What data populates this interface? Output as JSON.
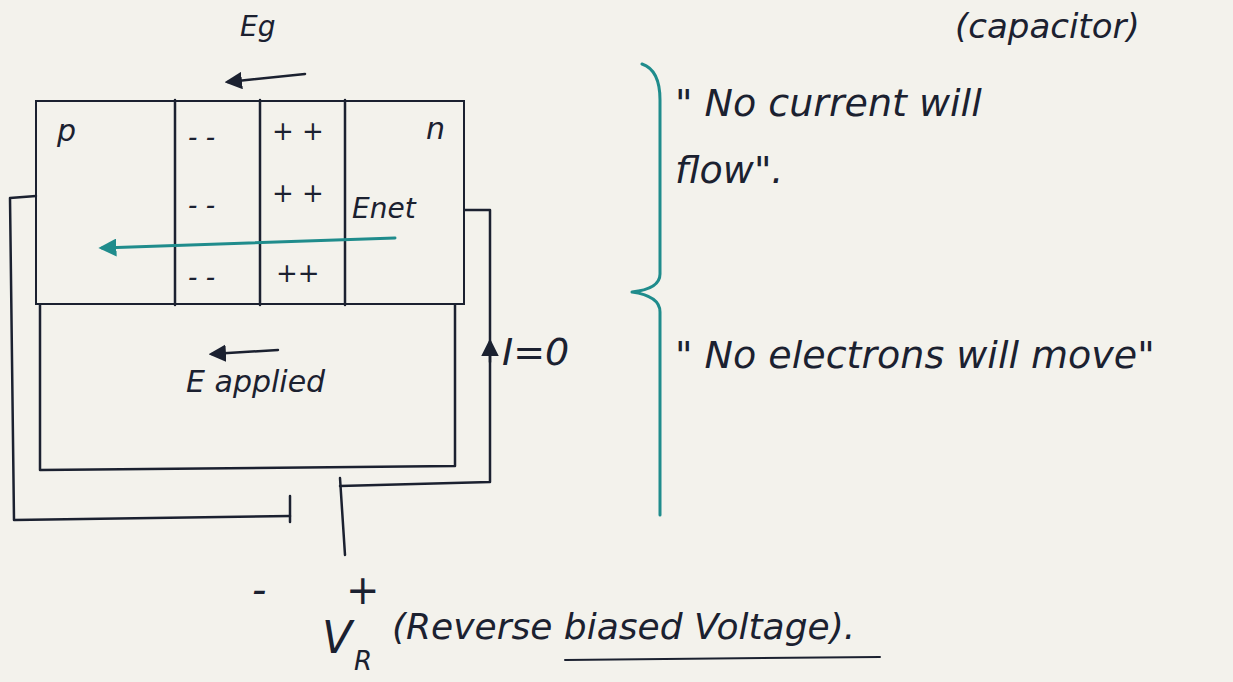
{
  "diagram": {
    "nodes": [
      {
        "text": [
          "p",
          "n"
        ]
      }
    ],
    "labels": [
      "(capacitor)",
      "Eg",
      "- -",
      "- -",
      "- -",
      "+ +",
      "+ +",
      "++",
      "Enet",
      "E applied",
      "I=0",
      "\" No current will flow\".",
      "\" No electrons will move\"",
      "-",
      "+",
      "V",
      "R",
      "(Reverse biased Voltage)."
    ]
  }
}
